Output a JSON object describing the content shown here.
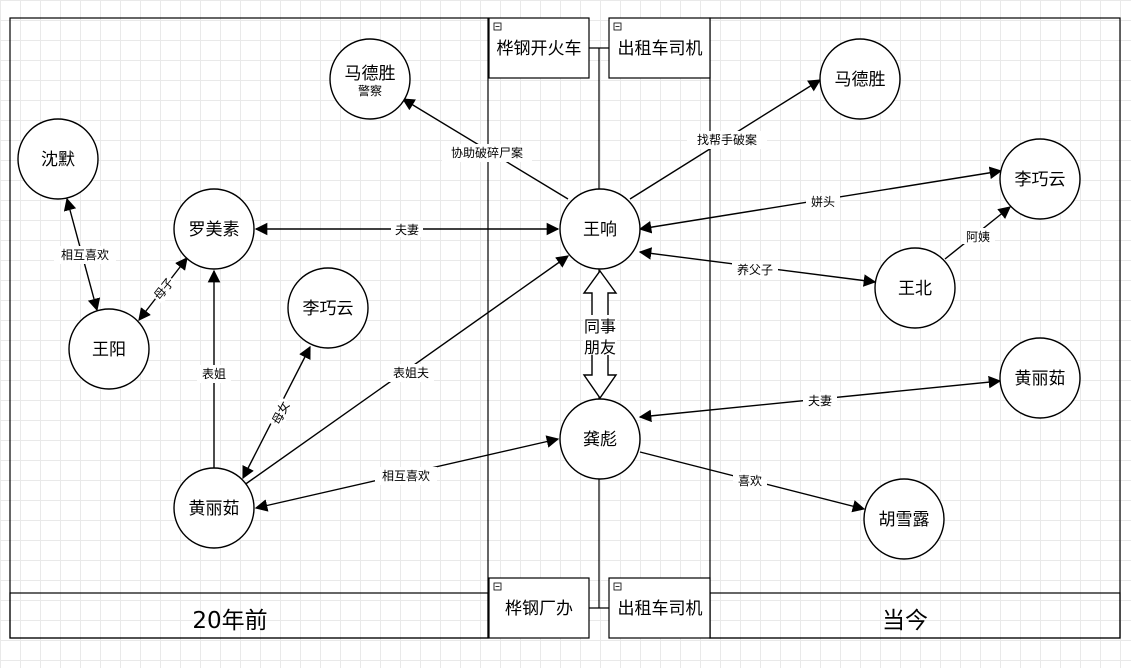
{
  "sections": {
    "left_footer": "20年前",
    "right_footer": "当今"
  },
  "boxes": {
    "top_left": "桦钢开火车",
    "top_right": "出租车司机",
    "bottom_left": "桦钢厂办",
    "bottom_right": "出租车司机"
  },
  "nodes": {
    "shen_mo": "沈默",
    "ma_desheng_left": "马德胜",
    "ma_desheng_left_sub": "警察",
    "luo_meisu": "罗美素",
    "wang_yang": "王阳",
    "li_qiaoyun_left": "李巧云",
    "huang_liru_left": "黄丽茹",
    "wang_xiang": "王响",
    "gong_biao": "龚彪",
    "ma_desheng_right": "马德胜",
    "li_qiaoyun_right": "李巧云",
    "wang_bei": "王北",
    "huang_liru_right": "黄丽茹",
    "hu_xuelu": "胡雪露"
  },
  "edges": {
    "e1": "相互喜欢",
    "e2": "母子",
    "e3": "夫妻",
    "e4": "表姐",
    "e5": "母女",
    "e6": "表姐夫",
    "e7": "相互喜欢",
    "e8": "协助破碎尸案",
    "e9": "找帮手破案",
    "e10": "姘头",
    "e11": "养父子",
    "e12": "阿姨",
    "e13": "夫妻",
    "e14": "喜欢",
    "e15_line1": "同事",
    "e15_line2": "朋友"
  }
}
